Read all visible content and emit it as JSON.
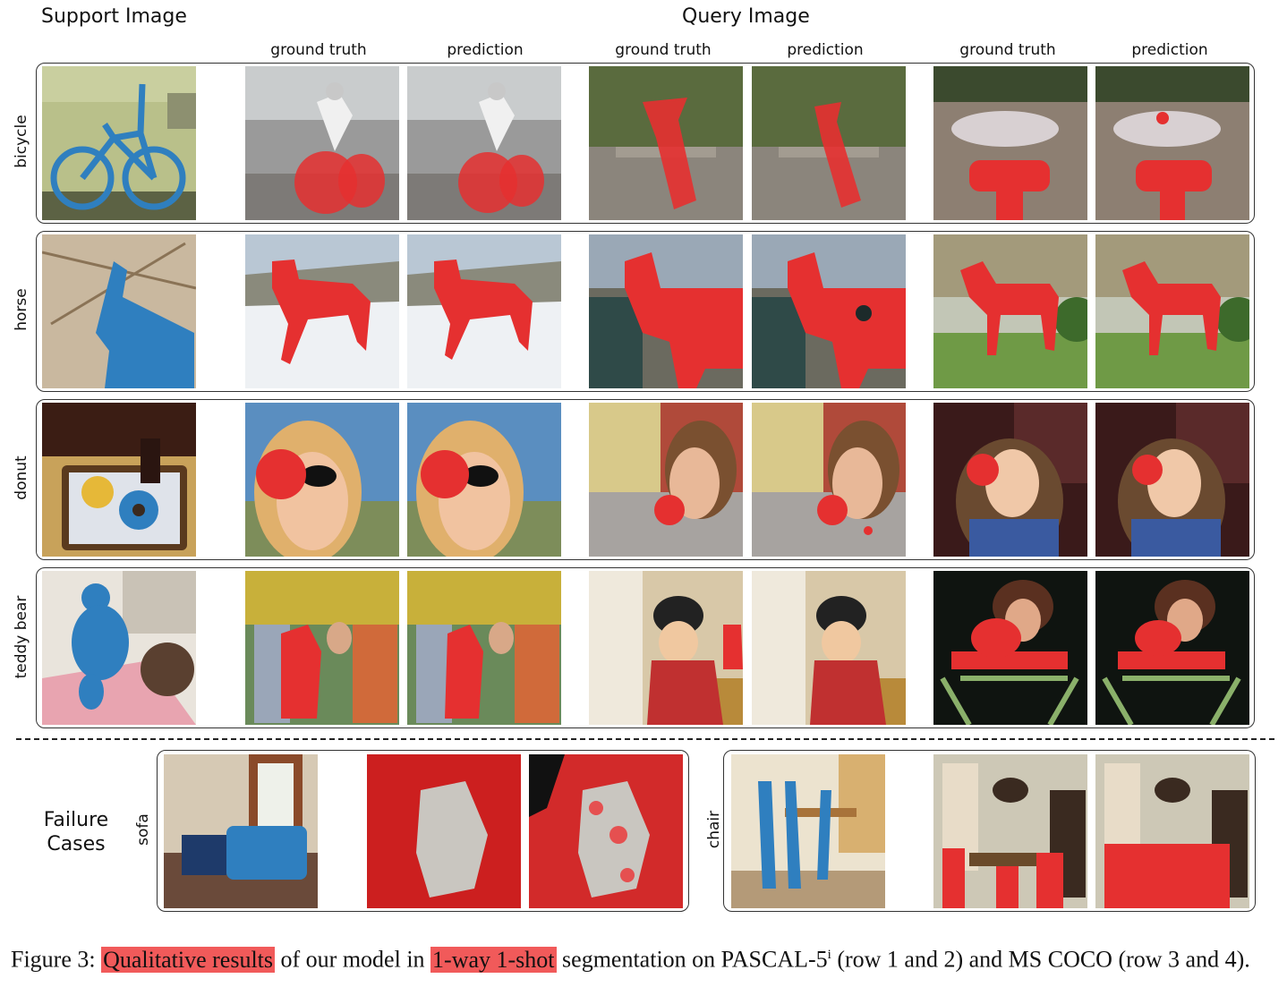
{
  "headers": {
    "support": "Support Image",
    "query": "Query Image"
  },
  "column_labels": [
    "ground truth",
    "prediction",
    "ground truth",
    "prediction",
    "ground truth",
    "prediction"
  ],
  "rows": [
    {
      "label": "bicycle",
      "support_color": "#2f7fbf",
      "mask_color": "#e53030"
    },
    {
      "label": "horse",
      "support_color": "#2f7fbf",
      "mask_color": "#e53030"
    },
    {
      "label": "donut",
      "support_color": "#2f7fbf",
      "mask_color": "#e53030"
    },
    {
      "label": "teddy bear",
      "support_color": "#2f7fbf",
      "mask_color": "#e53030"
    }
  ],
  "failure": {
    "title_line1": "Failure",
    "title_line2": "Cases",
    "left_label": "sofa",
    "right_label": "chair"
  },
  "caption": {
    "prefix": "Figure 3: ",
    "highlight1": "Qualitative results",
    "mid1": " of our model in ",
    "highlight2": "1-way 1-shot",
    "mid2": " segmentation on PASCAL-5",
    "sup": "i",
    "suffix": " (row 1 and 2) and MS COCO (row 3 and 4)."
  },
  "colors": {
    "highlight": "#f15a5a",
    "mask_red": "#e53030",
    "support_blue": "#2f7fbf"
  }
}
